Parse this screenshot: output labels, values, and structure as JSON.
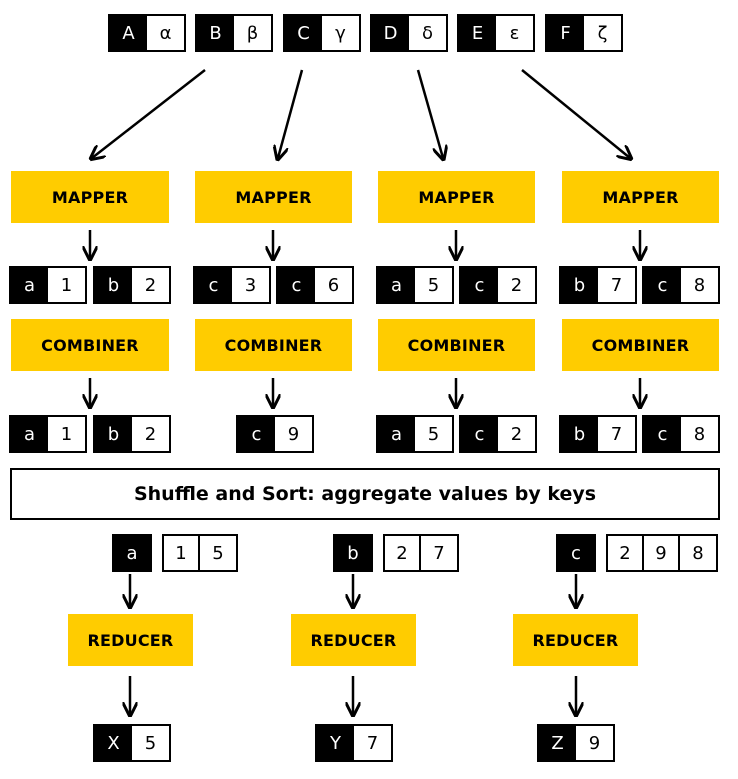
{
  "inputs": [
    {
      "key": "A",
      "value": "α"
    },
    {
      "key": "B",
      "value": "β"
    },
    {
      "key": "C",
      "value": "γ"
    },
    {
      "key": "D",
      "value": "δ"
    },
    {
      "key": "E",
      "value": "ε"
    },
    {
      "key": "F",
      "value": "ζ"
    }
  ],
  "mapper_label": "MAPPER",
  "combiner_label": "COMBINER",
  "reducer_label": "REDUCER",
  "mapper_outputs": [
    [
      {
        "key": "a",
        "value": "1"
      },
      {
        "key": "b",
        "value": "2"
      }
    ],
    [
      {
        "key": "c",
        "value": "3"
      },
      {
        "key": "c",
        "value": "6"
      }
    ],
    [
      {
        "key": "a",
        "value": "5"
      },
      {
        "key": "c",
        "value": "2"
      }
    ],
    [
      {
        "key": "b",
        "value": "7"
      },
      {
        "key": "c",
        "value": "8"
      }
    ]
  ],
  "combiner_outputs": [
    [
      {
        "key": "a",
        "value": "1"
      },
      {
        "key": "b",
        "value": "2"
      }
    ],
    [
      {
        "key": "c",
        "value": "9"
      }
    ],
    [
      {
        "key": "a",
        "value": "5"
      },
      {
        "key": "c",
        "value": "2"
      }
    ],
    [
      {
        "key": "b",
        "value": "7"
      },
      {
        "key": "c",
        "value": "8"
      }
    ]
  ],
  "shuffle_label": "Shuffle and Sort: aggregate values by keys",
  "groups": [
    {
      "key": "a",
      "values": [
        "1",
        "5"
      ]
    },
    {
      "key": "b",
      "values": [
        "2",
        "7"
      ]
    },
    {
      "key": "c",
      "values": [
        "2",
        "9",
        "8"
      ]
    }
  ],
  "results": [
    {
      "key": "X",
      "value": "5"
    },
    {
      "key": "Y",
      "value": "7"
    },
    {
      "key": "Z",
      "value": "9"
    }
  ],
  "colors": {
    "box_fill": "#FFCC00",
    "dark": "#000000",
    "light": "#FFFFFF"
  }
}
